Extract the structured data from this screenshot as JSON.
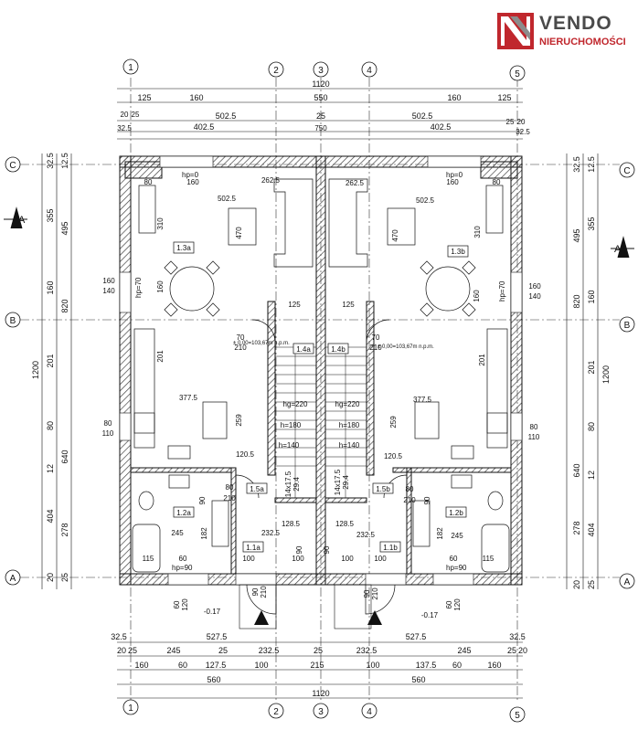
{
  "logo": {
    "brand": "VENDO",
    "sub": "NIERUCHOMOŚCI",
    "accent": "#c0272d"
  },
  "axes": {
    "vertical": [
      "1",
      "2",
      "3",
      "4",
      "5"
    ],
    "horizontal": [
      "A",
      "B",
      "C"
    ]
  },
  "section_marks": [
    "A",
    "A"
  ],
  "dims_top": {
    "r1": [
      "1120"
    ],
    "r2": [
      "125",
      "160",
      "550",
      "160",
      "125"
    ],
    "r3": [
      "502.5",
      "25",
      "502.5"
    ],
    "r4": [
      "20",
      "25",
      "750",
      "25",
      "20"
    ],
    "r4b": [
      "32.5",
      "32.5"
    ],
    "r5": [
      "402.5",
      "402.5"
    ]
  },
  "dims_bottom": {
    "r1": [
      "32.5",
      "527.5",
      "527.5",
      "32.5"
    ],
    "r2": [
      "20",
      "25",
      "245",
      "25",
      "232.5",
      "25",
      "232.5",
      "245",
      "25",
      "20"
    ],
    "r3": [
      "160",
      "60",
      "127.5",
      "100",
      "215",
      "100",
      "137.5",
      "60",
      "160"
    ],
    "r4": [
      "560",
      "560"
    ],
    "r5": [
      "1120"
    ]
  },
  "dims_left": [
    "355",
    "495",
    "160",
    "820",
    "1200",
    "201",
    "80",
    "640",
    "12",
    "404",
    "278",
    "20",
    "25",
    "32.5",
    "12.5"
  ],
  "dims_right": [
    "355",
    "495",
    "160",
    "820",
    "201",
    "1200",
    "80",
    "640",
    "12",
    "278",
    "404",
    "20",
    "25",
    "32.5",
    "12.5"
  ],
  "rooms": {
    "left": {
      "living": "1.3a",
      "stair": "1.4a",
      "kitchen": "1.5a",
      "bath": "1.2a",
      "hall": "1.1a"
    },
    "right": {
      "living": "1.3b",
      "stair": "1.4b",
      "kitchen": "1.5b",
      "bath": "1.2b",
      "hall": "1.1b"
    }
  },
  "level_note": "± 0,00=103,67m n.p.m.",
  "window_tags": {
    "top_left": "hp=0",
    "top_right": "hp=0",
    "side": "hp=70",
    "bottom": "hp=90"
  },
  "labels": {
    "d1": "80",
    "d2": "160",
    "d3": "262.5",
    "d4": "310",
    "d5": "470",
    "d6": "160",
    "d7": "140",
    "d8": "70",
    "d9": "210",
    "d10": "377.5",
    "d11": "120.5",
    "d12": "259",
    "d13": "201",
    "d14": "110",
    "d15": "245",
    "d16": "128.5",
    "d17": "115",
    "d18": "100",
    "d19": "-0.17",
    "d20": "90",
    "d21": "120",
    "d22": "182",
    "d23": "60",
    "d24": "hg=220",
    "d25": "h=180",
    "d26": "h=140",
    "d27": "29.4",
    "d28": "14x17.5",
    "d29": "100",
    "d30": "125",
    "d31": "210"
  }
}
